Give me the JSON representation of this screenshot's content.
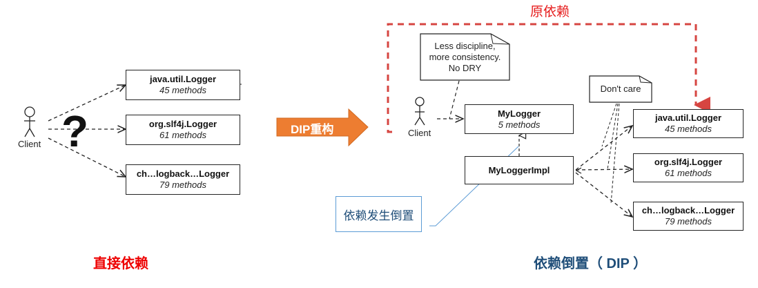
{
  "left": {
    "actor": "Client",
    "question": "?",
    "loggers": [
      {
        "name": "java.util.Logger",
        "methods": "45 methods"
      },
      {
        "name": "org.slf4j.Logger",
        "methods": "61 methods"
      },
      {
        "name": "ch…logback…Logger",
        "methods": "79 methods"
      }
    ],
    "caption": "直接依赖"
  },
  "refactor_arrow": {
    "label": "DIP重构",
    "color": "#ed7d31"
  },
  "right": {
    "original_dependency_label": "原依赖",
    "note_top": [
      "Less discipline,",
      "more consistency.",
      "No DRY"
    ],
    "note_dontcare": "Don't care",
    "actor": "Client",
    "interface": {
      "name": "MyLogger",
      "methods": "5 methods"
    },
    "impl": {
      "name": "MyLoggerImpl"
    },
    "loggers": [
      {
        "name": "java.util.Logger",
        "methods": "45 methods"
      },
      {
        "name": "org.slf4j.Logger",
        "methods": "61 methods"
      },
      {
        "name": "ch…logback…Logger",
        "methods": "79 methods"
      }
    ],
    "callout": "依赖发生倒置",
    "caption": "依赖倒置（ DIP ）"
  },
  "colors": {
    "red_dashed": "#d64541",
    "callout_border": "#5b9bd5",
    "caption_left": "#ee0000",
    "caption_right": "#1f4e79"
  }
}
